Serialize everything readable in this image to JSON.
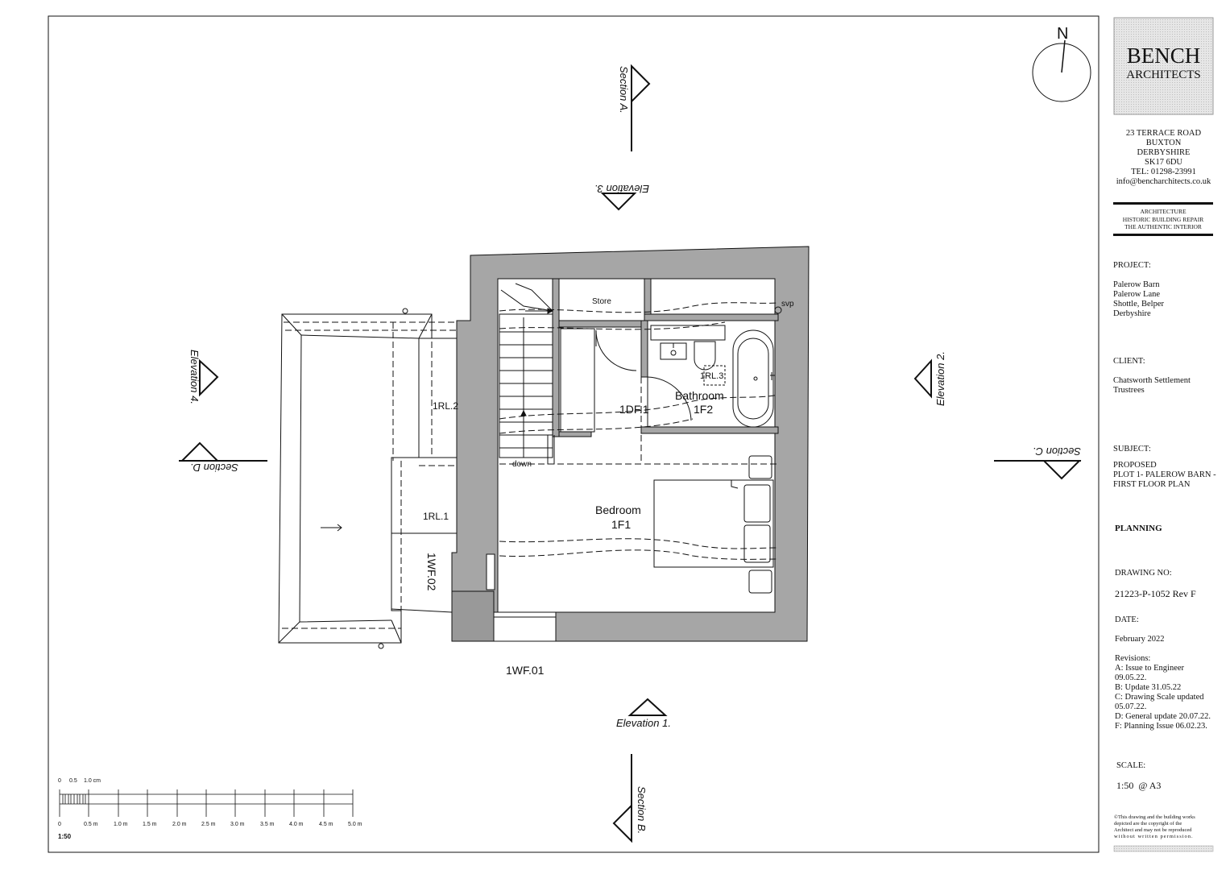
{
  "drawing": {
    "markers": {
      "section_a": "Section A.",
      "section_b": "Section B.",
      "section_c": "Section C.",
      "section_d": "Section D.",
      "elevation_1": "Elevation 1.",
      "elevation_2": "Elevation 2.",
      "elevation_3": "Elevation 3.",
      "elevation_4": "Elevation 4."
    },
    "north_label": "N",
    "rooms": {
      "store": "Store",
      "svp": "svp",
      "bathroom_name": "Bathroom",
      "bathroom_code": "1F2",
      "bedroom_name": "Bedroom",
      "bedroom_code": "1F1",
      "stair_label": "down"
    },
    "tags": {
      "door": "1DF.1",
      "rooflight_1": "1RL.1",
      "rooflight_2": "1RL.2",
      "rooflight_3": "1RL.3",
      "window_1": "1WF.01",
      "window_2": "1WF.02"
    },
    "scale_bar": {
      "top_labels": [
        "0",
        "0.5",
        "1.0 cm"
      ],
      "bottom_labels": [
        "0",
        "0.5 m",
        "1.0 m",
        "1.5 m",
        "2.0 m",
        "2.5 m",
        "3.0 m",
        "3.5 m",
        "4.0 m",
        "4.5 m",
        "5.0 m"
      ],
      "ratio": "1:50"
    }
  },
  "title_block": {
    "logo_line1": "BENCH",
    "logo_line2": "ARCHITECTS",
    "address": [
      "23 TERRACE ROAD",
      "BUXTON",
      "DERBYSHIRE",
      "SK17 6DU",
      "TEL: 01298-23991",
      "info@bencharchitects.co.uk"
    ],
    "services": [
      "ARCHITECTURE",
      "HISTORIC BUILDING REPAIR",
      "THE AUTHENTIC INTERIOR"
    ],
    "project_label": "PROJECT:",
    "project_lines": [
      "Palerow Barn",
      "Palerow Lane",
      "Shottle, Belper",
      "Derbyshire"
    ],
    "client_label": "CLIENT:",
    "client_lines": [
      "Chatsworth Settlement",
      "Trustrees"
    ],
    "subject_label": "SUBJECT:",
    "subject_lines": [
      "PROPOSED",
      "PLOT 1- PALEROW BARN -",
      "FIRST FLOOR PLAN"
    ],
    "status": "PLANNING",
    "drawing_no_label": "DRAWING NO:",
    "drawing_no": "21223-P-1052 Rev F",
    "date_label": "DATE:",
    "date": "February 2022",
    "revisions_label": "Revisions:",
    "revisions": [
      "A: Issue to Engineer",
      "09.05.22.",
      "B: Update 31.05.22",
      "C: Drawing Scale updated",
      "05.07.22.",
      "D: General update 20.07.22.",
      "F: Planning Issue 06.02.23."
    ],
    "scale_label": "SCALE:",
    "scale": "1:50  @ A3",
    "copyright": [
      "©This drawing and the building works",
      "depicted are the copyright of the",
      "Architect and may not be reproduced",
      "without written permission."
    ]
  },
  "colors": {
    "wall_fill": "#a6a6a6",
    "line": "#111111",
    "logo_bg": "#dcdcdc"
  }
}
